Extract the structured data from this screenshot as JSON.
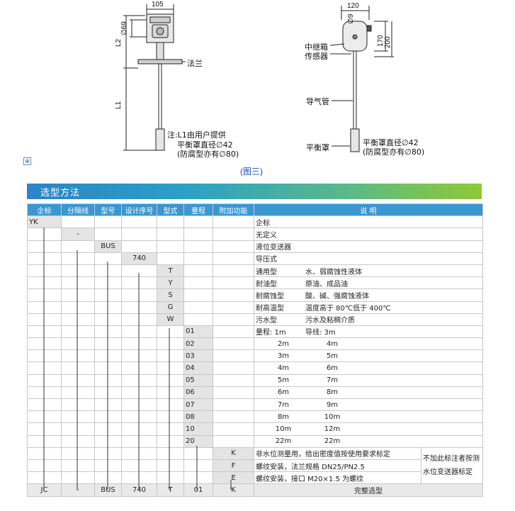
{
  "drawing_left": {
    "dim_width": "105",
    "dim_dia": "∅69",
    "dim_l2": "L2",
    "dim_l1": "L1",
    "flange_label": "法兰",
    "note_line1": "注:L1由用户提供",
    "note_line2": "平衡罩直径∅42",
    "note_line3": "(防腐型亦有∅80)"
  },
  "drawing_right": {
    "dim_width": "120",
    "dim_dia": "∅9",
    "dim_170": "170",
    "dim_200": "200",
    "junction_box": "中继箱",
    "sensor": "传感器",
    "air_tube": "导气管",
    "balance_cover": "平衡罩",
    "note_line1": "平衡罩直径∅42",
    "note_line2": "(防腐型亦有∅80)"
  },
  "anchor_icon": "⊕",
  "caption": "(图三)",
  "banner_title": "选型方法",
  "headers": [
    "企标",
    "分隔线",
    "型号",
    "设计序号",
    "型式",
    "量程",
    "附加功能",
    "说  明"
  ],
  "top_rows": [
    {
      "code": "YK",
      "desc": "企标"
    },
    {
      "code": "-",
      "desc": "无定义"
    },
    {
      "code": "BUS",
      "desc": "液位变送器"
    },
    {
      "code": "740",
      "desc": "导压式"
    }
  ],
  "type_rows": [
    {
      "code": "T",
      "name": "通用型",
      "desc": "水、弱腐蚀性液体"
    },
    {
      "code": "Y",
      "name": "耐油型",
      "desc": "原油、成品油"
    },
    {
      "code": "S",
      "name": "耐腐蚀型",
      "desc": "酸、碱、强腐蚀液体"
    },
    {
      "code": "G",
      "name": "耐高温型",
      "desc": "温度高于 80℃低于 400℃"
    },
    {
      "code": "W",
      "name": "污水型",
      "desc": "污水及粘稠介质"
    }
  ],
  "range_rows": [
    {
      "code": "01",
      "a": "量程: 1m",
      "b": "导线: 3m"
    },
    {
      "code": "02",
      "a": "2m",
      "b": "4m"
    },
    {
      "code": "03",
      "a": "3m",
      "b": "5m"
    },
    {
      "code": "04",
      "a": "4m",
      "b": "6m"
    },
    {
      "code": "05",
      "a": "5m",
      "b": "7m"
    },
    {
      "code": "06",
      "a": "6m",
      "b": "8m"
    },
    {
      "code": "07",
      "a": "7m",
      "b": "9m"
    },
    {
      "code": "08",
      "a": "8m",
      "b": "10m"
    },
    {
      "code": "10",
      "a": "10m",
      "b": "12m"
    },
    {
      "code": "20",
      "a": "22m",
      "b": "22m"
    }
  ],
  "func_rows": [
    {
      "code": "K",
      "desc": "非水位测量用，给出密度值按使用要求标定"
    },
    {
      "code": "F",
      "desc": "螺纹安装，法兰规格 DN25/PN2.5"
    },
    {
      "code": "E",
      "desc": "螺纹安装，接口 M20×1.5 为螺纹"
    }
  ],
  "func_note": "不加此标注者按测水位变送器标定",
  "bottom_row": {
    "a": "JC",
    "b": "-",
    "c": "BUS",
    "d": "740",
    "e": "T",
    "f": "01",
    "g": "K",
    "h": "完整选型"
  }
}
